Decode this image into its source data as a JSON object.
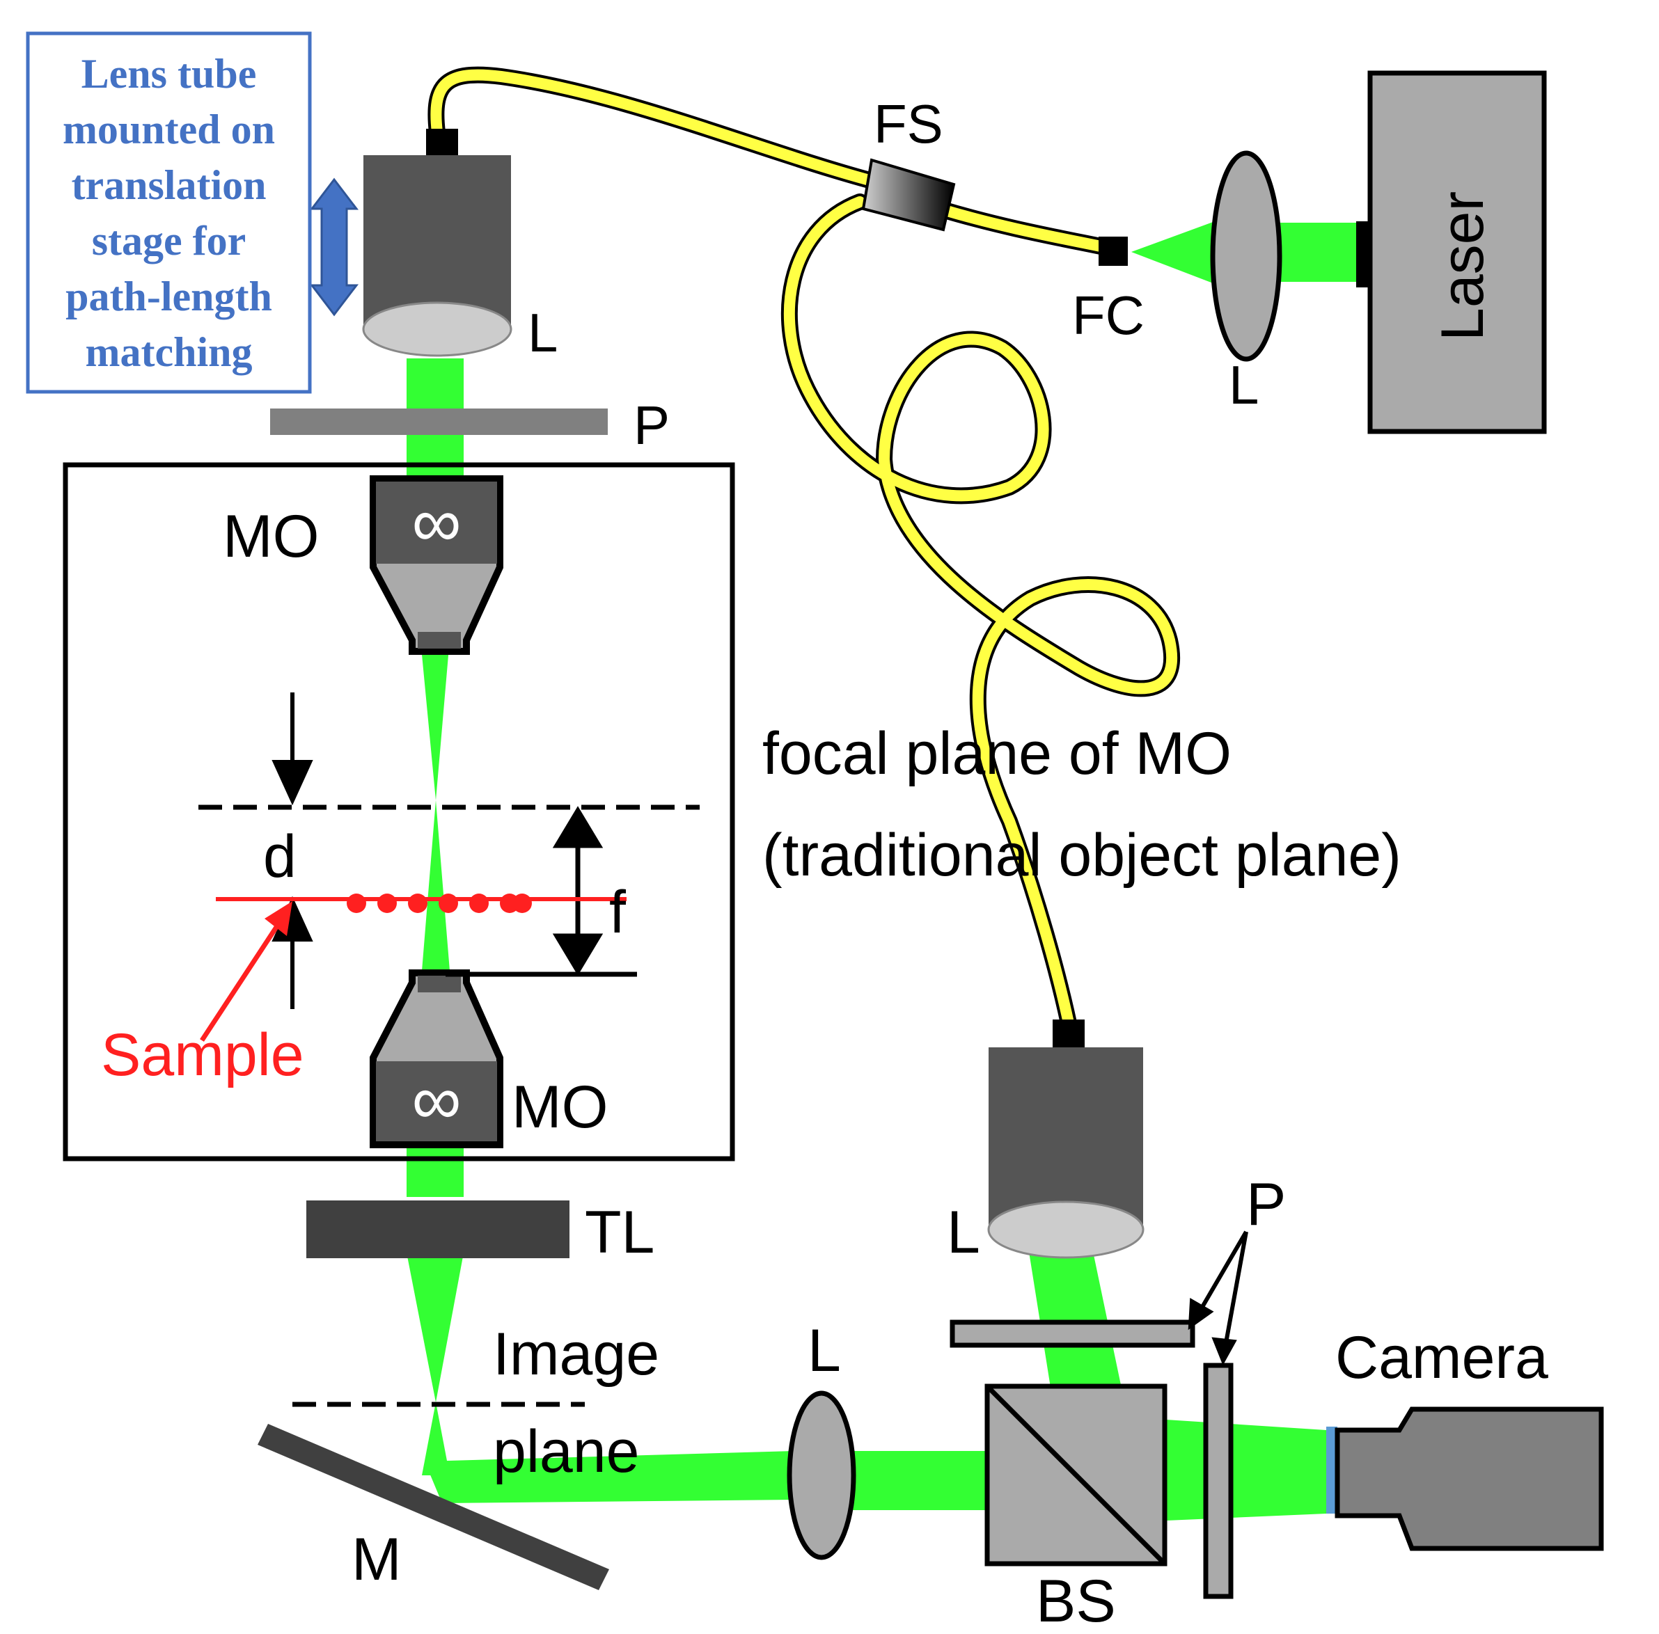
{
  "note": "Lens tube\nmounted on\ntranslation\nstage for\npath-length\nmatching",
  "labels": {
    "fs": "FS",
    "fc": "FC",
    "laser": "Laser",
    "lens": "L",
    "polarizer": "P",
    "mo": "MO",
    "d": "d",
    "f": "f",
    "sample": "Sample",
    "tl": "TL",
    "image_plane_1": "Image",
    "image_plane_2": "plane",
    "mirror": "M",
    "bs": "BS",
    "camera": "Camera",
    "focal_plane_1": "focal plane of MO",
    "focal_plane_2": "(traditional object plane)",
    "infinity": "∞"
  },
  "colors": {
    "beam": "#33ff33",
    "fiber": "#ffff44",
    "sample": "#ff2020",
    "note": "#4472c4",
    "lens_dark": "#555555",
    "component_gray": "#aaaaaa"
  }
}
